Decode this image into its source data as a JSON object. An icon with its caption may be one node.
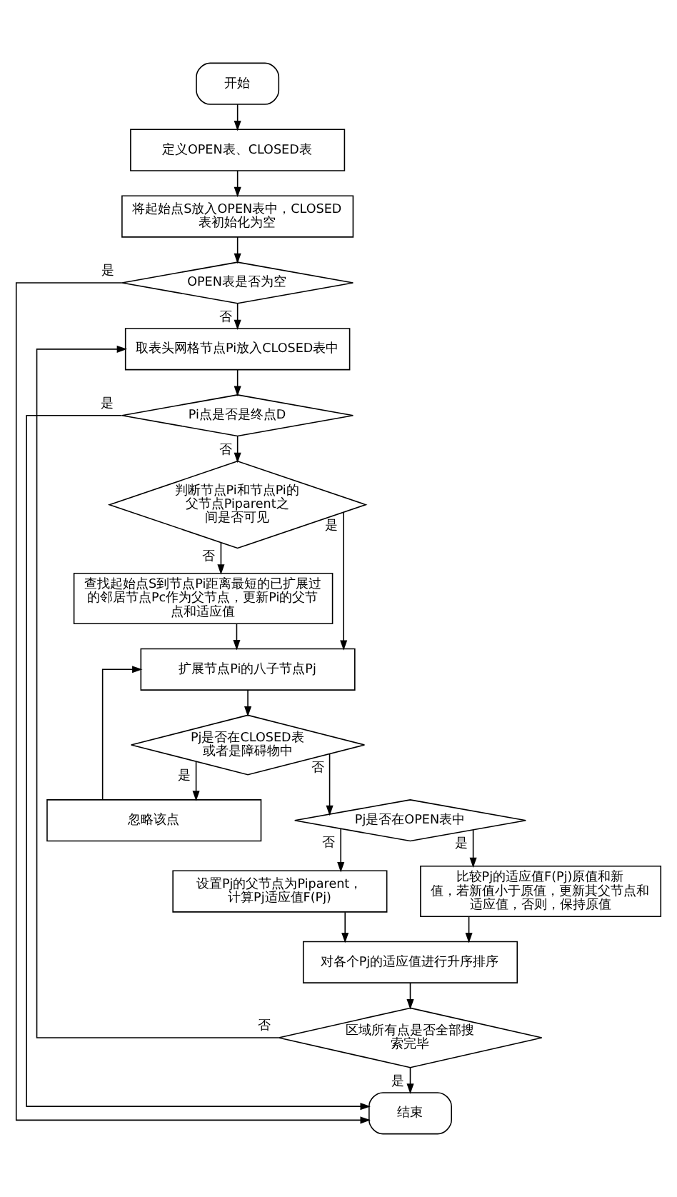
{
  "diagram": {
    "nodes": [
      {
        "text": [
          "开始"
        ]
      },
      {
        "text": [
          "定义OPEN表、CLOSED表"
        ]
      },
      {
        "text": [
          "将起始点S放入OPEN表中，CLOSED表初始化为空"
        ]
      },
      {
        "text": [
          "OPEN表是否为空"
        ]
      },
      {
        "text": [
          "取表头网格节点Pi放入CLOSED表中"
        ]
      },
      {
        "text": [
          "Pi点是否是终点D"
        ]
      },
      {
        "text": [
          "判断节点Pi和节点Pi的父节点Piparent之间是否可见"
        ]
      },
      {
        "text": [
          "查找起始点S到节点Pi距离最短的已扩展过的邻居节点Pc作为父节点，更新Pi的父节点和适应值"
        ]
      },
      {
        "text": [
          "扩展节点Pi的八子节点Pj"
        ]
      },
      {
        "text": [
          "Pj是否在CLOSED表或者是障碍物中"
        ]
      },
      {
        "text": [
          "忽略该点"
        ]
      },
      {
        "text": [
          "Pj是否在OPEN表中"
        ]
      },
      {
        "text": [
          "设置Pj的父节点为Piparent，计算Pj适应值F(Pj)"
        ]
      },
      {
        "text": [
          "比较Pj的适应值F(Pj)原值和新值，若新值小于原值，更新其父节点和适应值，否则，保持原值"
        ]
      },
      {
        "text": [
          "对各个Pj的适应值进行升序排序"
        ]
      },
      {
        "text": [
          "区域所有点是否全部搜索完毕"
        ]
      },
      {
        "text": [
          "结束"
        ]
      }
    ],
    "edges": [
      {
        "from": 0,
        "to": 1,
        "arrow": "to"
      },
      {
        "from": 1,
        "to": 2,
        "arrow": "to"
      },
      {
        "from": 2,
        "to": 3,
        "arrow": "to"
      },
      {
        "from": 3,
        "to": 16,
        "arrow": "to",
        "label": "是"
      },
      {
        "from": 3,
        "to": 4,
        "arrow": "to",
        "label": "否"
      },
      {
        "from": 4,
        "to": 5,
        "arrow": "to"
      },
      {
        "from": 5,
        "to": 16,
        "arrow": "to",
        "label": "是"
      },
      {
        "from": 5,
        "to": 6,
        "arrow": "to",
        "label": "否"
      },
      {
        "from": 6,
        "to": 8,
        "arrow": "to",
        "label": "是"
      },
      {
        "from": 6,
        "to": 7,
        "arrow": "to",
        "label": "否"
      },
      {
        "from": 7,
        "to": 8,
        "arrow": "to"
      },
      {
        "from": 8,
        "to": 9,
        "arrow": "to"
      },
      {
        "from": 9,
        "to": 10,
        "arrow": "to",
        "label": "是"
      },
      {
        "from": 10,
        "to": 8,
        "arrow": "to"
      },
      {
        "from": 9,
        "to": 11,
        "arrow": "to",
        "label": "否"
      },
      {
        "from": 11,
        "to": 13,
        "arrow": "to",
        "label": "是"
      },
      {
        "from": 11,
        "to": 12,
        "arrow": "to",
        "label": "否"
      },
      {
        "from": 12,
        "to": 14,
        "arrow": "to"
      },
      {
        "from": 13,
        "to": 14,
        "arrow": "to"
      },
      {
        "from": 14,
        "to": 15,
        "arrow": "to"
      },
      {
        "from": 15,
        "to": 4,
        "arrow": "to",
        "label": "否"
      },
      {
        "from": 15,
        "to": 16,
        "arrow": "to",
        "label": "是"
      }
    ]
  }
}
